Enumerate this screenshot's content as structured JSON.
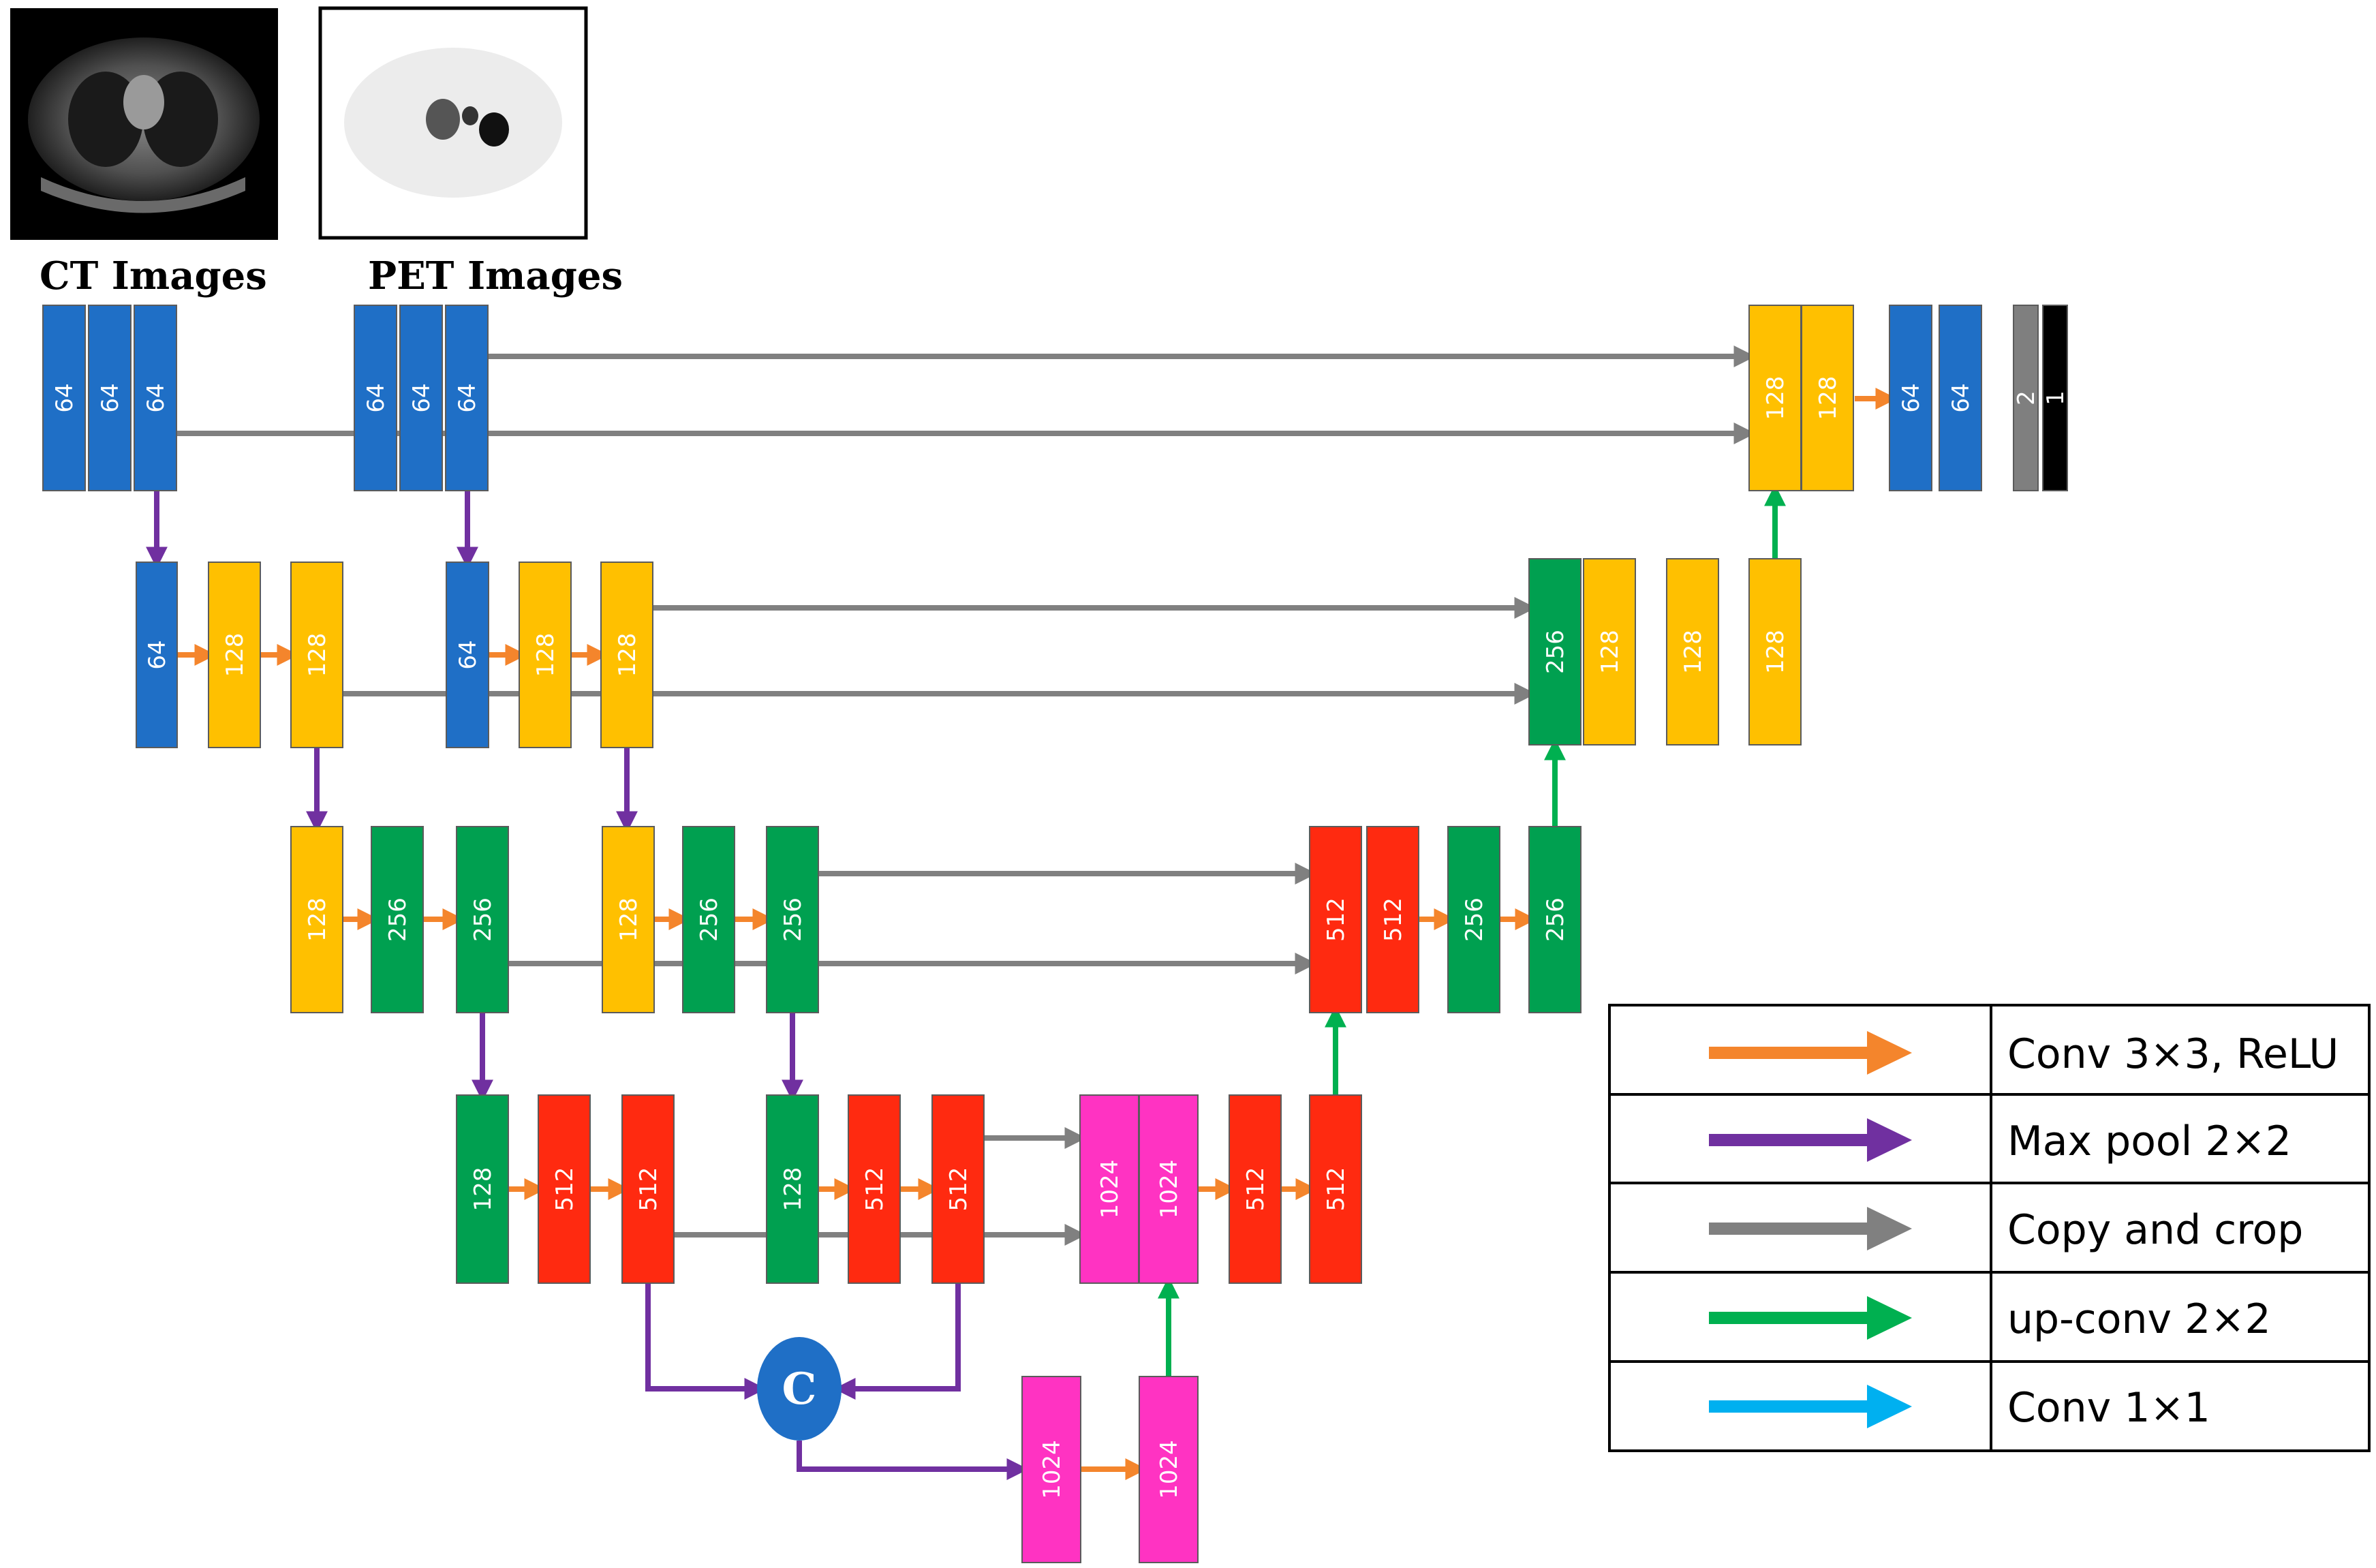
{
  "captions": {
    "ct": "CT Images",
    "pet": "PET Images"
  },
  "colors": {
    "blue": "#1F6FC6",
    "yellow": "#FFC000",
    "green": "#00A050",
    "red": "#FF2A10",
    "magenta": "#FF33C2",
    "gray": "#7F7F7F",
    "black": "#000000",
    "orange": "#F4852C",
    "purple": "#7030A0",
    "copy_gray": "#808080",
    "upconv_green": "#00B050",
    "cyan": "#00B0F0"
  },
  "blocks": {
    "l1_ct": [
      "64",
      "64",
      "64"
    ],
    "l1_pet": [
      "64",
      "64",
      "64"
    ],
    "l2_ct": [
      "64",
      "128",
      "128"
    ],
    "l2_pet": [
      "64",
      "128",
      "128"
    ],
    "l3_ct": [
      "128",
      "256",
      "256"
    ],
    "l3_pet": [
      "128",
      "256",
      "256"
    ],
    "l4_ct": [
      "128",
      "512",
      "512"
    ],
    "l4_pet": [
      "128",
      "512",
      "512"
    ],
    "bottleneck": [
      "1024",
      "1024"
    ],
    "d4": [
      "1024",
      "1024",
      "512",
      "512"
    ],
    "d3": [
      "512",
      "512",
      "256",
      "256"
    ],
    "d2": [
      "256",
      "128",
      "128",
      "128"
    ],
    "d1": [
      "128",
      "128",
      "64",
      "64",
      "2",
      "1"
    ]
  },
  "concat_symbol": "C",
  "legend": [
    {
      "label": "Conv 3×3, ReLU",
      "color": "#F4852C",
      "icon": "orange-arrow"
    },
    {
      "label": "Max pool 2×2",
      "color": "#7030A0",
      "icon": "purple-arrow"
    },
    {
      "label": "Copy and crop",
      "color": "#808080",
      "icon": "gray-arrow"
    },
    {
      "label": "up-conv 2×2",
      "color": "#00B050",
      "icon": "green-arrow"
    },
    {
      "label": "Conv 1×1",
      "color": "#00B0F0",
      "icon": "cyan-arrow"
    }
  ]
}
